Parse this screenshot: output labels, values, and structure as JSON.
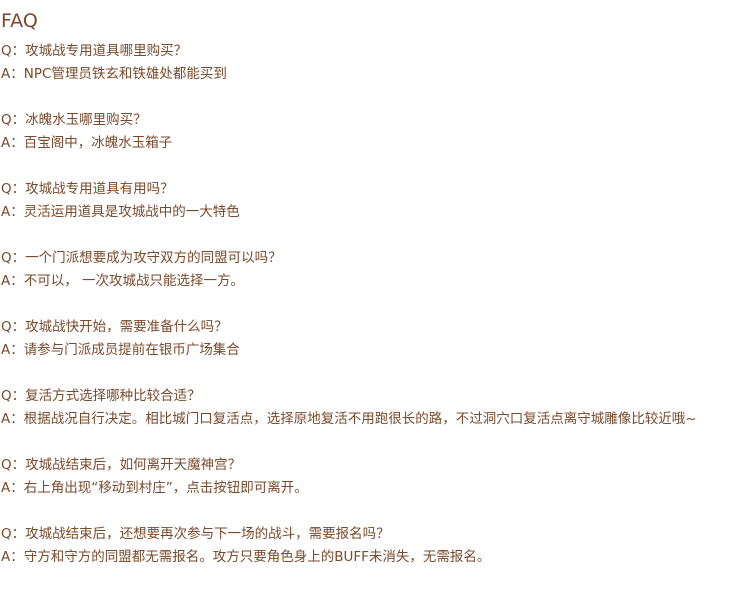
{
  "page": {
    "title": "FAQ"
  },
  "faq": [
    {
      "q": "Q：攻城战专用道具哪里购买？",
      "a": "A：NPC管理员铁玄和铁雄处都能买到"
    },
    {
      "q": "Q：冰魄水玉哪里购买？",
      "a": "A：百宝阁中，冰魄水玉箱子"
    },
    {
      "q": "Q：攻城战专用道具有用吗？",
      "a": "A：灵活运用道具是攻城战中的一大特色"
    },
    {
      "q": "Q：一个门派想要成为攻守双方的同盟可以吗？",
      "a": "A：不可以，  一次攻城战只能选择一方。"
    },
    {
      "q": "Q：攻城战快开始，需要准备什么吗？",
      "a": "A：请参与门派成员提前在银币广场集合"
    },
    {
      "q": "Q：复活方式选择哪种比较合适？",
      "a": "A：根据战况自行决定。相比城门口复活点，选择原地复活不用跑很长的路，不过洞穴口复活点离守城雕像比较近哦~"
    },
    {
      "q": "Q：攻城战结束后，如何离开天魔神宫？",
      "a": "A：右上角出现“移动到村庄”，点击按钮即可离开。"
    },
    {
      "q": "Q：攻城战结束后，还想要再次参与下一场的战斗，需要报名吗？",
      "a": "A：守方和守方的同盟都无需报名。攻方只要角色身上的BUFF未消失，无需报名。"
    }
  ],
  "colors": {
    "text": "#7a4a2c",
    "background": "#ffffff"
  }
}
